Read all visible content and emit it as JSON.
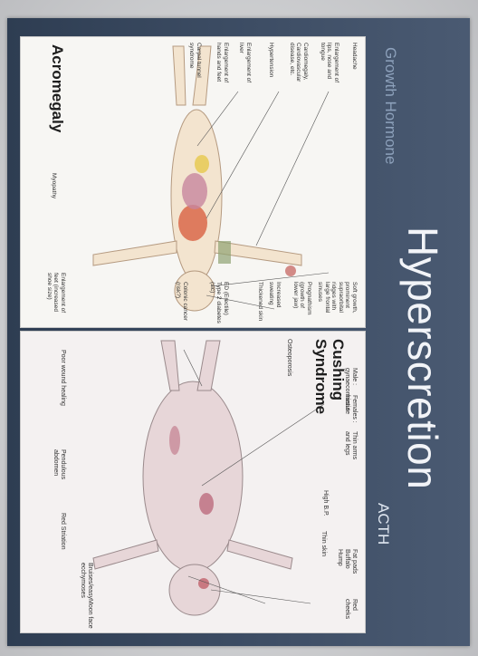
{
  "slide": {
    "title": "Hyperscretion",
    "subtitle_left": "Growth Hormone",
    "subtitle_right": "ACTH",
    "accent": "#3b4b62"
  },
  "acromegaly": {
    "caption": "Acromegaly",
    "labels": [
      "Headache",
      "Enlargement of lips, nose and tongue",
      "Cardiomegaly, Cardiovascular disease, etc.",
      "Hypertension",
      "Enlargement of liver",
      "Enlargement of hands and feet",
      "Carpal tunnel syndrome",
      "Soft growth, prominent supraorbital ridges with large frontal sinuses",
      "Prognathism (growth of lower jaw)",
      "Increased sweating",
      "Thickened skin",
      "ED (Erectile) Type 2 diabetes (sic)",
      "Colonic cancer (risk?)",
      "Myopathy",
      "Enlargement of feet (increased shoe size)"
    ]
  },
  "cushing": {
    "caption": "Cushing Syndrome",
    "labels": [
      "Red cheeks",
      "Fat pads Buffalo Hump",
      "Thin skin",
      "High B.P.",
      "Thin arms and legs",
      "Females : hirsute",
      "Male : gynaecomastia",
      "Osteoporosis",
      "Moon face",
      "Bruises/easy ecchymoses",
      "Red Striation",
      "Pendulous abdomen",
      "Poor wound healing"
    ]
  }
}
